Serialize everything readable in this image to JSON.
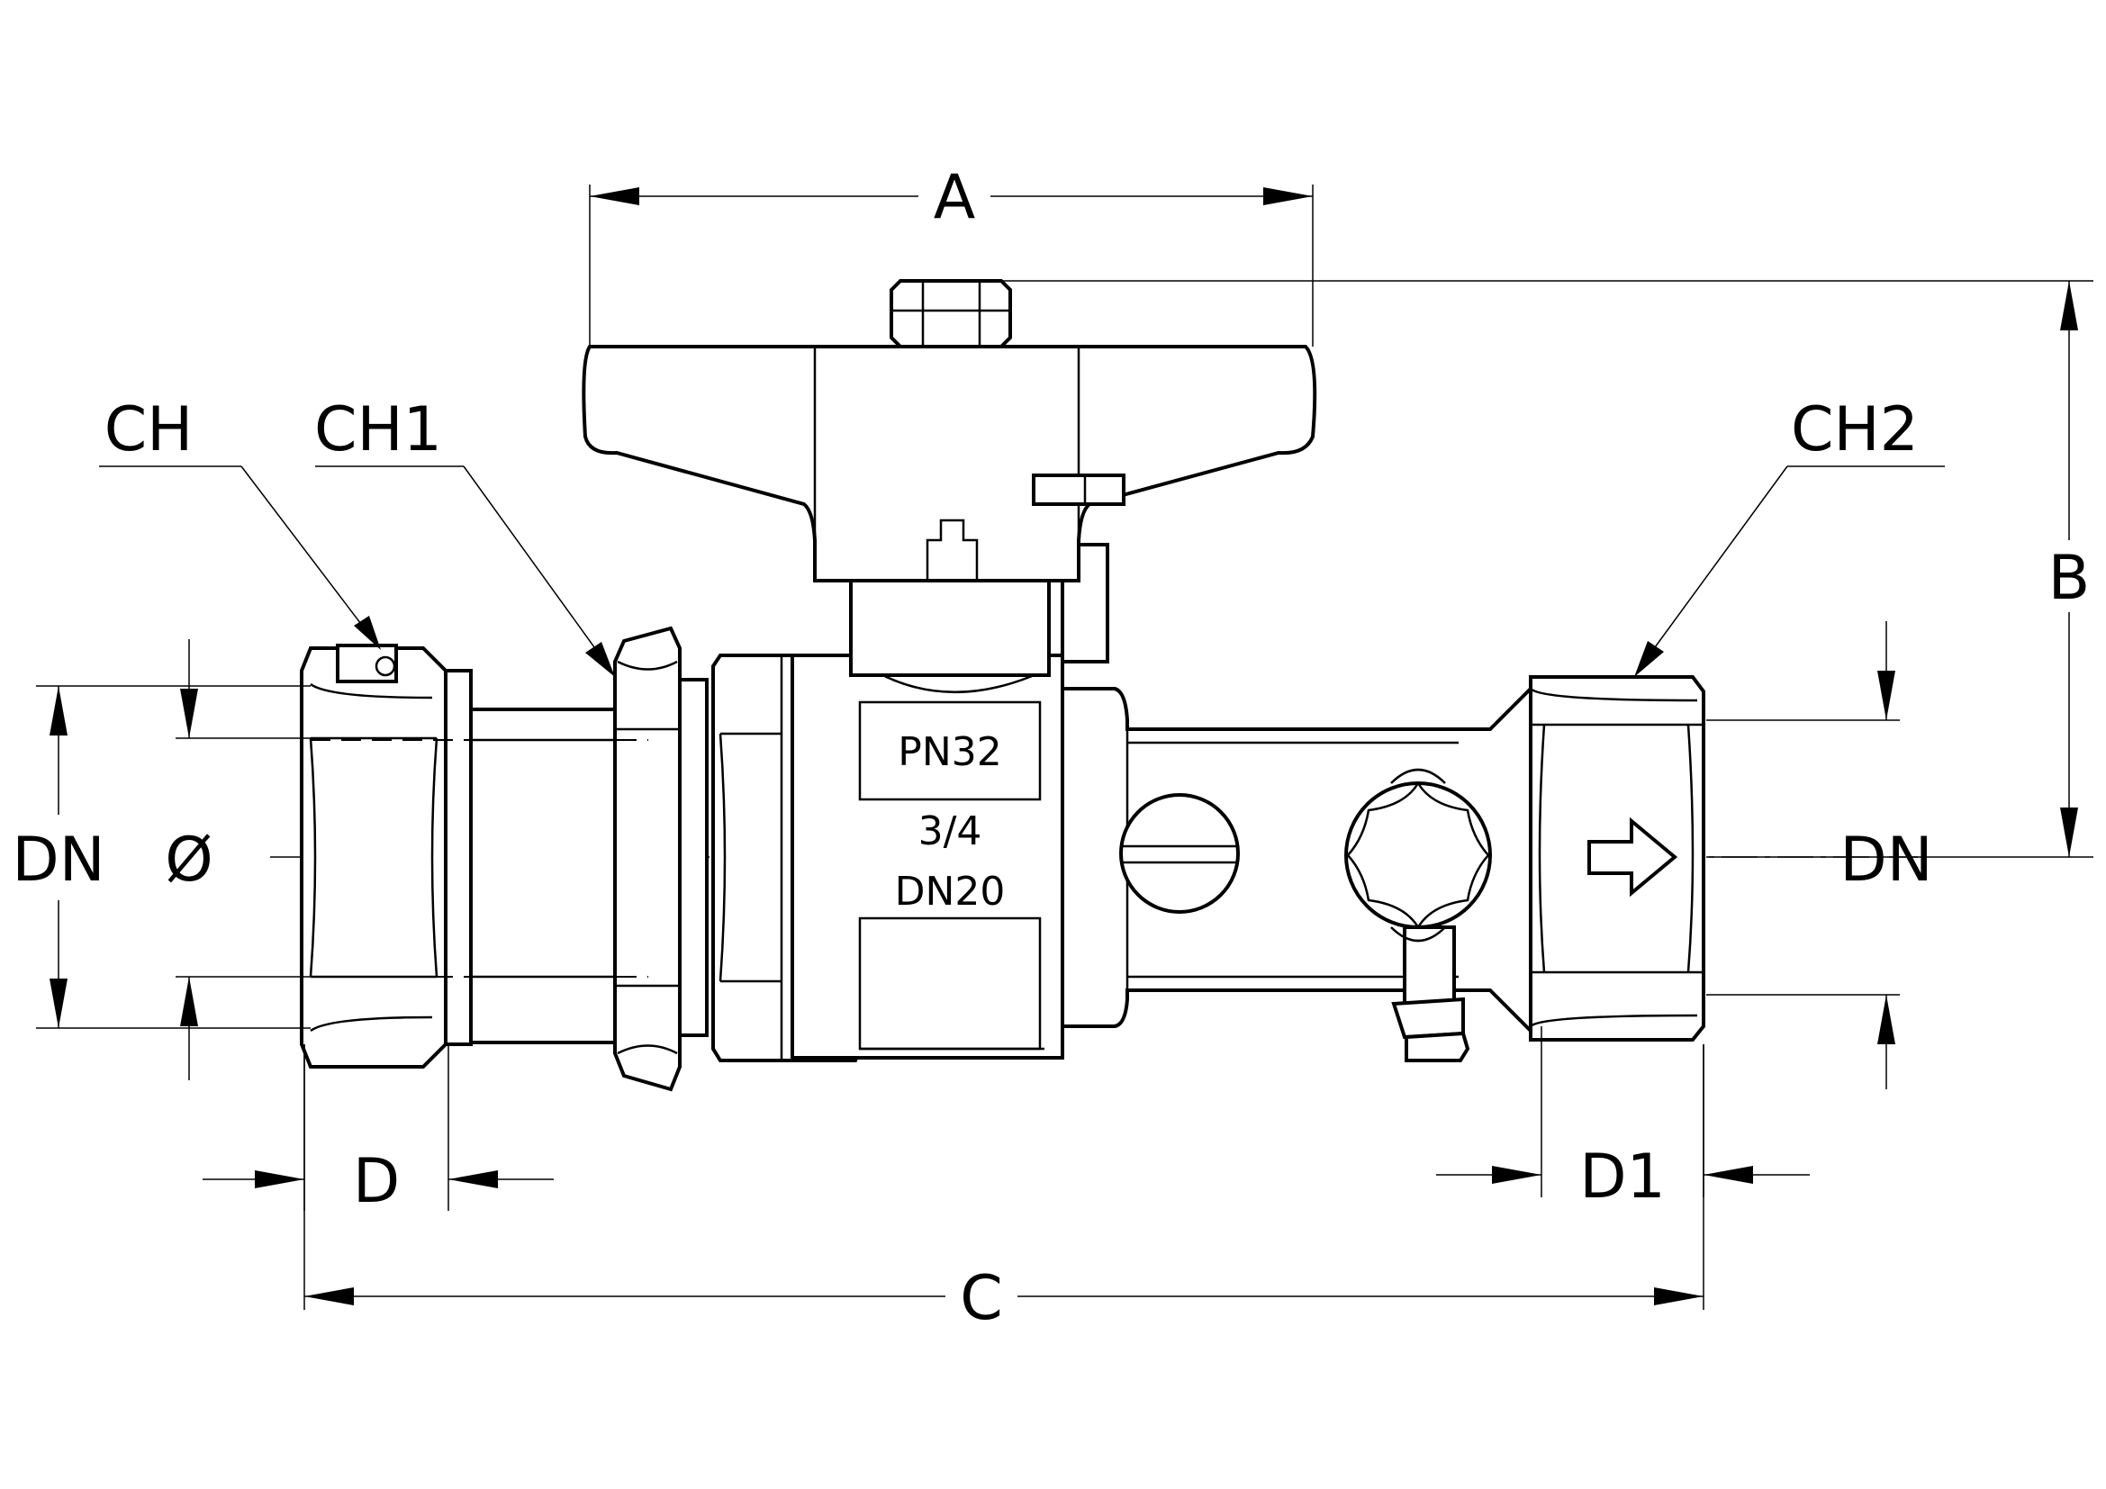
{
  "dimensions": {
    "a": "A",
    "b": "B",
    "c": "C",
    "d": "D",
    "d1": "D1",
    "dn_left": "DN",
    "dia": "Ø",
    "dn_right": "DN"
  },
  "callouts": {
    "ch": "CH",
    "ch1": "CH1",
    "ch2": "CH2"
  },
  "body_markings": {
    "pressure": "PN32",
    "size_inch": "3/4",
    "size_dn": "DN20"
  },
  "icons": {
    "flow": "flow-direction-arrow-icon"
  }
}
